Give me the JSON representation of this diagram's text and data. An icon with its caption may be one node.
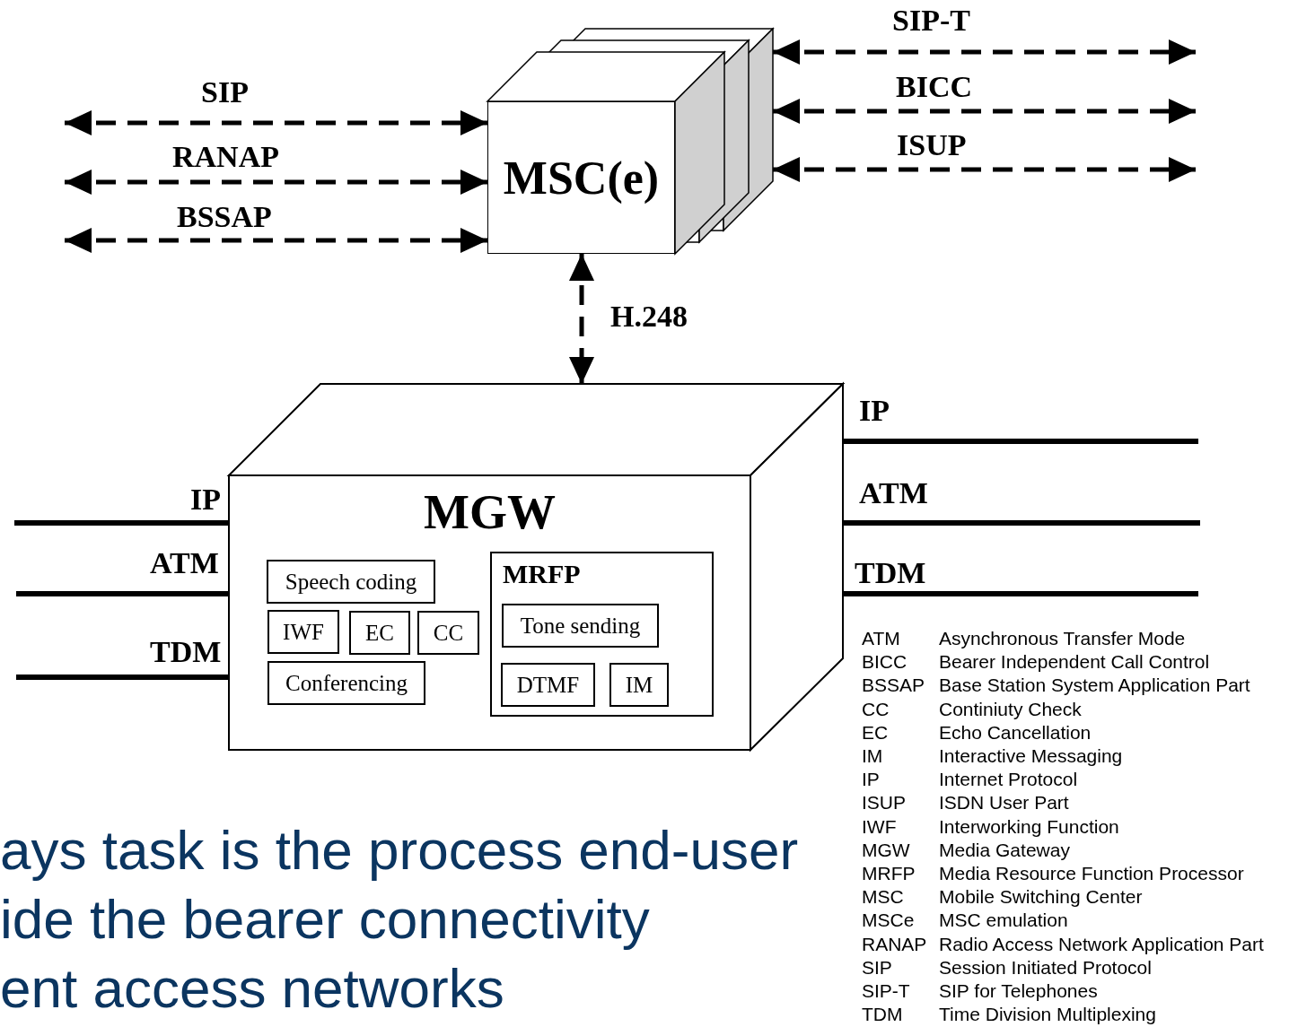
{
  "diagram": {
    "nodes": [
      {
        "text": [
          "MSC(e)"
        ]
      },
      {
        "text": [
          "MGW"
        ]
      },
      {
        "text": [
          "Speech coding"
        ],
        "in": 1
      },
      {
        "text": [
          "IWF"
        ],
        "in": 1
      },
      {
        "text": [
          "EC"
        ],
        "in": 1
      },
      {
        "text": [
          "CC"
        ],
        "in": 1
      },
      {
        "text": [
          "Conferencing"
        ],
        "in": 1
      },
      {
        "text": [
          "MRFP"
        ],
        "in": 1
      },
      {
        "text": [
          "Tone sending"
        ],
        "in": 7
      },
      {
        "text": [
          "DTMF"
        ],
        "in": 7
      },
      {
        "text": [
          "IM"
        ],
        "in": 7
      }
    ],
    "edges": [
      {
        "from": null,
        "to": 0,
        "arrow": "both",
        "label": "SIP",
        "style": "dashed"
      },
      {
        "from": null,
        "to": 0,
        "arrow": "both",
        "label": "RANAP",
        "style": "dashed"
      },
      {
        "from": null,
        "to": 0,
        "arrow": "both",
        "label": "BSSAP",
        "style": "dashed"
      },
      {
        "from": 0,
        "to": null,
        "arrow": "both",
        "label": "SIP-T",
        "style": "dashed"
      },
      {
        "from": 0,
        "to": null,
        "arrow": "both",
        "label": "BICC",
        "style": "dashed"
      },
      {
        "from": 0,
        "to": null,
        "arrow": "both",
        "label": "ISUP",
        "style": "dashed"
      },
      {
        "from": 0,
        "to": 1,
        "arrow": "both",
        "label": "H.248",
        "style": "dashed"
      },
      {
        "from": null,
        "to": 1,
        "arrow": "none",
        "label": "IP"
      },
      {
        "from": null,
        "to": 1,
        "arrow": "none",
        "label": "ATM"
      },
      {
        "from": null,
        "to": 1,
        "arrow": "none",
        "label": "TDM"
      },
      {
        "from": 1,
        "to": null,
        "arrow": "none",
        "label": "IP"
      },
      {
        "from": 1,
        "to": null,
        "arrow": "none",
        "label": "ATM"
      },
      {
        "from": 1,
        "to": null,
        "arrow": "none",
        "label": "TDM"
      }
    ],
    "labels": [
      "ATM",
      "Asynchronous Transfer Mode",
      "BICC",
      "Bearer Independent Call Control",
      "BSSAP",
      "Base Station System Application Part",
      "CC",
      "Continiuty Check",
      "EC",
      "Echo Cancellation",
      "IM",
      "Interactive Messaging",
      "IP",
      "Internet Protocol",
      "ISUP",
      "ISDN User Part",
      "IWF",
      "Interworking Function",
      "MGW",
      "Media Gateway",
      "MRFP",
      "Media Resource Function Processor",
      "MSC",
      "Mobile Switching Center",
      "MSCe",
      "MSC emulation",
      "RANAP",
      "Radio Access Network Application Part",
      "SIP",
      "Session Initiated Protocol",
      "SIP-T",
      "SIP for Telephones",
      "TDM",
      "Time Division Multiplexing",
      "ays task is the process end-user ide the bearer connectivity ent access networks"
    ]
  }
}
